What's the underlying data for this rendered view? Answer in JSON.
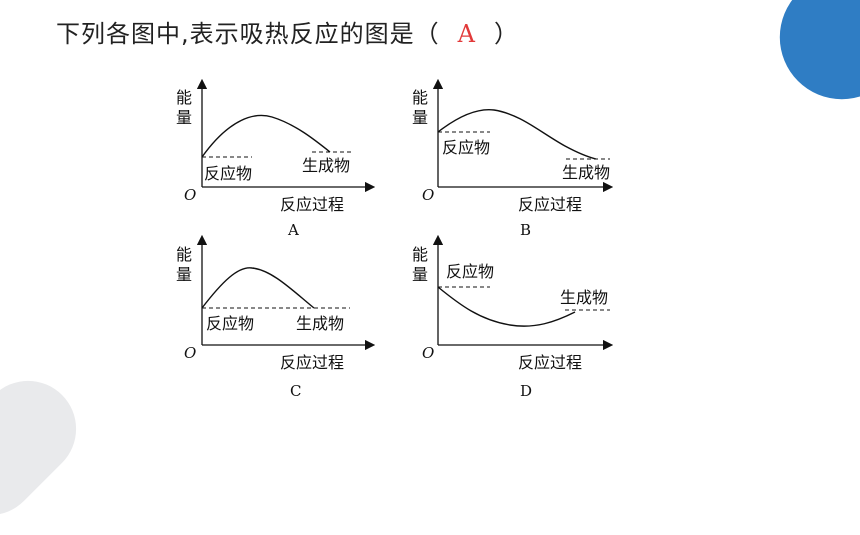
{
  "question": {
    "prefix": "下列各图中,表示吸热反应的图是（",
    "answer": "A",
    "suffix": "）"
  },
  "accent_color": "#2f7dc4",
  "answer_color": "#e23a3a",
  "panels": [
    {
      "id": "A",
      "y_label_1": "能",
      "y_label_2": "量",
      "origin": "O",
      "x_label": "反应过程",
      "reactant": "反应物",
      "product": "生成物",
      "caption": "A"
    },
    {
      "id": "B",
      "y_label_1": "能",
      "y_label_2": "量",
      "origin": "O",
      "x_label": "反应过程",
      "reactant": "反应物",
      "product": "生成物",
      "caption": "B"
    },
    {
      "id": "C",
      "y_label_1": "能",
      "y_label_2": "量",
      "origin": "O",
      "x_label": "反应过程",
      "reactant": "反应物",
      "product": "生成物",
      "caption": "C"
    },
    {
      "id": "D",
      "y_label_1": "能",
      "y_label_2": "量",
      "origin": "O",
      "x_label": "反应过程",
      "reactant": "反应物",
      "product": "生成物",
      "caption": "D"
    }
  ]
}
